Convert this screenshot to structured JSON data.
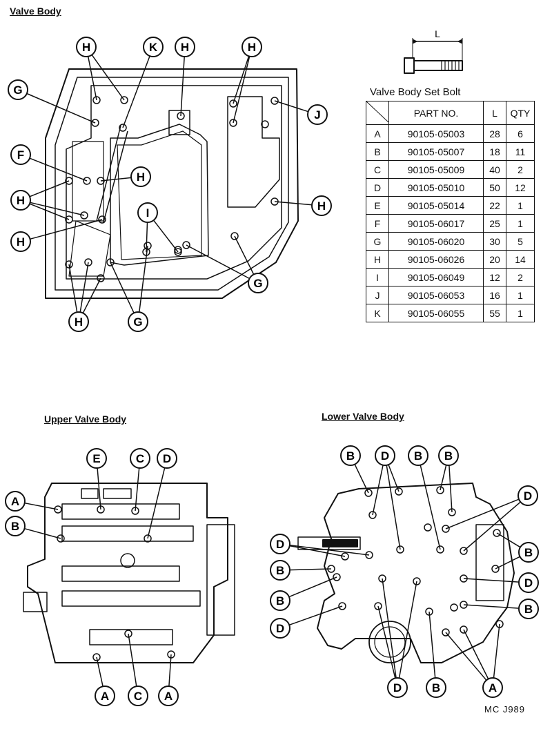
{
  "headings": {
    "valve_body": "Valve Body",
    "upper_valve_body": "Upper Valve Body",
    "lower_valve_body": "Lower Valve Body"
  },
  "bolt_icon_label": "L",
  "table": {
    "title": "Valve Body Set Bolt",
    "columns": [
      "",
      "PART NO.",
      "L",
      "QTY"
    ],
    "rows": [
      {
        "code": "A",
        "part": "90105-05003",
        "l": "28",
        "qty": "6"
      },
      {
        "code": "B",
        "part": "90105-05007",
        "l": "18",
        "qty": "11"
      },
      {
        "code": "C",
        "part": "90105-05009",
        "l": "40",
        "qty": "2"
      },
      {
        "code": "D",
        "part": "90105-05010",
        "l": "50",
        "qty": "12"
      },
      {
        "code": "E",
        "part": "90105-05014",
        "l": "22",
        "qty": "1"
      },
      {
        "code": "F",
        "part": "90105-06017",
        "l": "25",
        "qty": "1"
      },
      {
        "code": "G",
        "part": "90105-06020",
        "l": "30",
        "qty": "5"
      },
      {
        "code": "H",
        "part": "90105-06026",
        "l": "20",
        "qty": "14"
      },
      {
        "code": "I",
        "part": "90105-06049",
        "l": "12",
        "qty": "2"
      },
      {
        "code": "J",
        "part": "90105-06053",
        "l": "16",
        "qty": "1"
      },
      {
        "code": "K",
        "part": "90105-06055",
        "l": "55",
        "qty": "1"
      }
    ]
  },
  "doc_code": "MC  J989",
  "callouts": {
    "valve_body": [
      "H",
      "K",
      "H",
      "H",
      "G",
      "J",
      "F",
      "H",
      "H",
      "H",
      "I",
      "H",
      "G",
      "H",
      "G"
    ],
    "upper_valve_body": [
      "E",
      "C",
      "D",
      "A",
      "B",
      "A",
      "C",
      "A"
    ],
    "lower_valve_body": [
      "B",
      "D",
      "B",
      "B",
      "D",
      "D",
      "B",
      "B",
      "D",
      "B",
      "B",
      "D",
      "B",
      "D",
      "A"
    ]
  }
}
